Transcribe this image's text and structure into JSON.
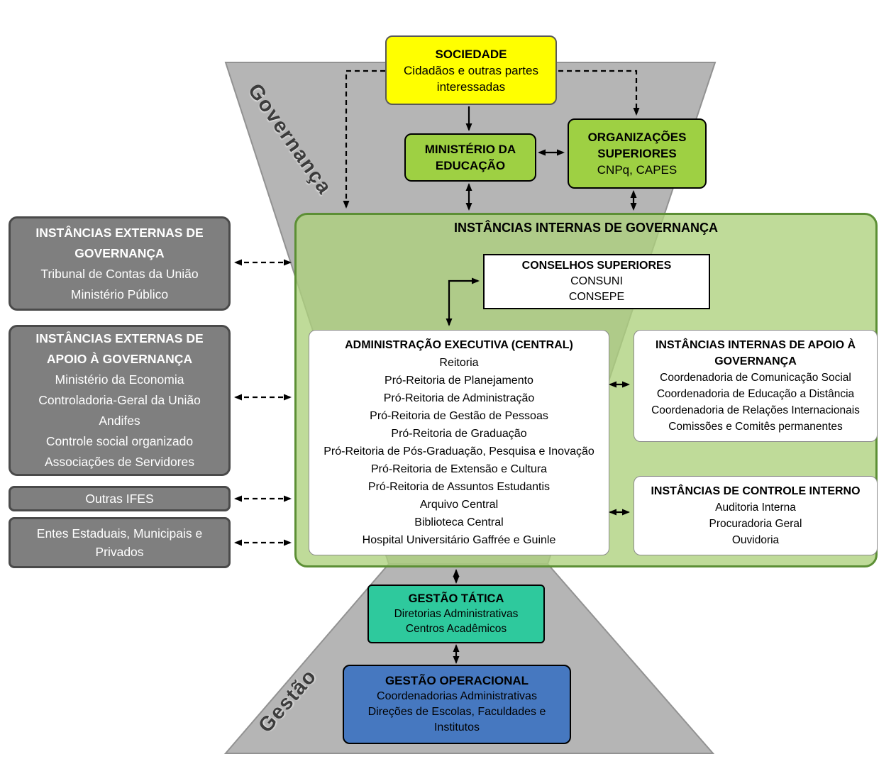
{
  "bands": {
    "governanca": "Governança",
    "gestao": "Gestão"
  },
  "colors": {
    "band_gray": "#b5b5b5",
    "external_box_gray": "#7f7f7f",
    "society_yellow": "#ffff00",
    "ministry_green": "#9ed043",
    "container_green_fill": "#bfdb99",
    "container_green_border": "#5c8f35",
    "tactical_teal": "#2ec99d",
    "operational_blue": "#4678c0"
  },
  "boxes": {
    "sociedade": {
      "title": "SOCIEDADE",
      "body": "Cidadãos e outras partes interessadas"
    },
    "ministerio_educacao": {
      "title": "MINISTÉRIO DA EDUCAÇÃO"
    },
    "organizacoes_superiores": {
      "title": "ORGANIZAÇÕES SUPERIORES",
      "body": "CNPq, CAPES"
    },
    "instancias_internas": {
      "title": "INSTÂNCIAS INTERNAS DE GOVERNANÇA"
    },
    "conselhos_superiores": {
      "title": "CONSELHOS SUPERIORES",
      "items": [
        "CONSUNI",
        "CONSEPE"
      ]
    },
    "administracao_executiva": {
      "title": "ADMINISTRAÇÃO EXECUTIVA (CENTRAL)",
      "items": [
        "Reitoria",
        "Pró-Reitoria de Planejamento",
        "Pró-Reitoria de Administração",
        "Pró-Reitoria de Gestão de Pessoas",
        "Pró-Reitoria de Graduação",
        "Pró-Reitoria de Pós-Graduação, Pesquisa e Inovação",
        "Pró-Reitoria de Extensão e Cultura",
        "Pró-Reitoria de Assuntos Estudantis",
        "Arquivo Central",
        "Biblioteca Central",
        "Hospital Universitário Gaffrée e Guinle"
      ]
    },
    "apoio_governanca_interno": {
      "title": "INSTÂNCIAS INTERNAS DE APOIO À GOVERNANÇA",
      "items": [
        "Coordenadoria de Comunicação Social",
        "Coordenadoria de Educação a Distância",
        "Coordenadoria de Relações Internacionais",
        "Comissões e Comitês permanentes"
      ]
    },
    "controle_interno": {
      "title": "INSTÂNCIAS DE CONTROLE INTERNO",
      "items": [
        "Auditoria Interna",
        "Procuradoria Geral",
        "Ouvidoria"
      ]
    },
    "externas_governanca": {
      "title": "INSTÂNCIAS EXTERNAS DE GOVERNANÇA",
      "items": [
        "Tribunal de Contas da União",
        "Ministério Público"
      ]
    },
    "externas_apoio": {
      "title": "INSTÂNCIAS EXTERNAS DE APOIO À GOVERNANÇA",
      "items": [
        "Ministério da Economia",
        "Controladoria-Geral da União",
        "Andifes",
        "Controle social organizado",
        "Associações de Servidores"
      ]
    },
    "outras_ifes": {
      "title": "Outras IFES"
    },
    "entes": {
      "title": "Entes Estaduais, Municipais e Privados"
    },
    "gestao_tatica": {
      "title": "GESTÃO TÁTICA",
      "items": [
        "Diretorias Administrativas",
        "Centros Acadêmicos"
      ]
    },
    "gestao_operacional": {
      "title": "GESTÃO OPERACIONAL",
      "items": [
        "Coordenadorias Administrativas",
        "Direções de Escolas, Faculdades e Institutos"
      ]
    }
  }
}
